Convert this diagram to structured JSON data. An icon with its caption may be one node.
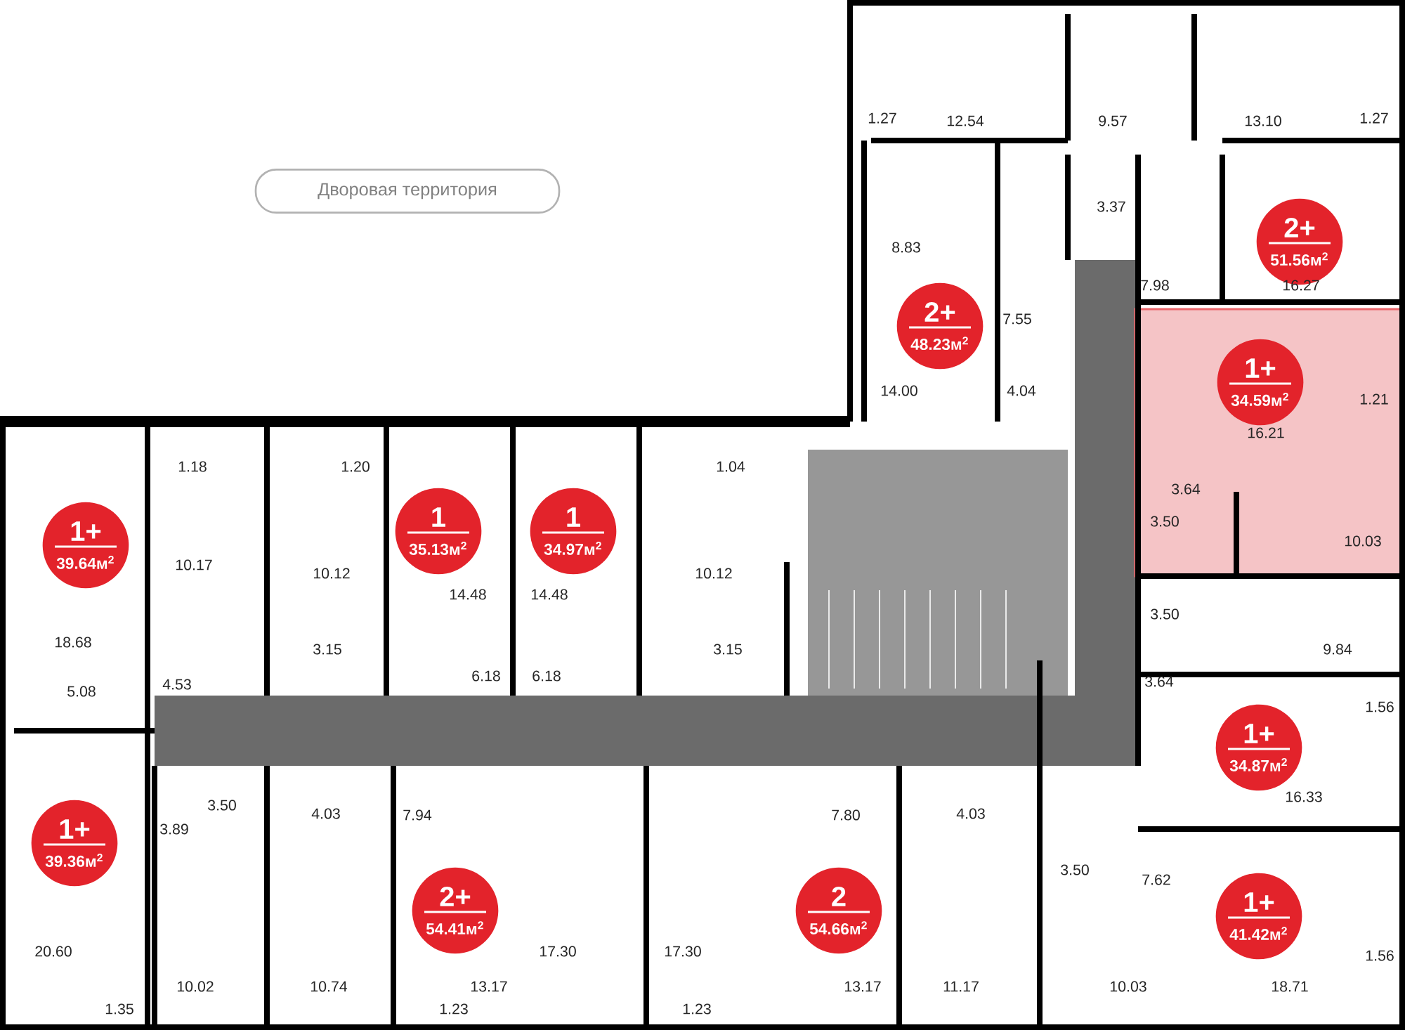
{
  "diagram": {
    "nodes": [
      {
        "text": [
          "Дворовая территория"
        ]
      },
      {
        "text": [
          "2+",
          "48.23м$^{2}$"
        ]
      },
      {
        "text": [
          "2+",
          "51.56м$^{2}$"
        ]
      },
      {
        "text": [
          "1+",
          "34.59м$^{2}$"
        ]
      },
      {
        "text": [
          "1+",
          "39.64м$^{2}$"
        ]
      },
      {
        "text": [
          "1",
          "35.13м$^{2}$"
        ]
      },
      {
        "text": [
          "1",
          "34.97м$^{2}$"
        ]
      },
      {
        "text": [
          "1+",
          "34.87м$^{2}$"
        ]
      },
      {
        "text": [
          "1+",
          "39.36м$^{2}$"
        ]
      },
      {
        "text": [
          "2+",
          "54.41м$^{2}$"
        ]
      },
      {
        "text": [
          "2",
          "54.66м$^{2}$"
        ]
      },
      {
        "text": [
          "1+",
          "41.42м$^{2}$"
        ]
      }
    ],
    "labels": [
      "1.27",
      "12.54",
      "9.57",
      "13.10",
      "1.27",
      "3.37",
      "8.83",
      "7.98",
      "16.27",
      "7.55",
      "1.21",
      "14.00",
      "4.04",
      "16.21",
      "1.18",
      "1.20",
      "1.04",
      "3.64",
      "3.50",
      "10.17",
      "10.12",
      "14.48",
      "14.48",
      "10.12",
      "10.03",
      "3.50",
      "9.84",
      "18.68",
      "3.15",
      "6.18",
      "6.18",
      "3.15",
      "3.64",
      "5.08",
      "4.53",
      "1.56",
      "16.33",
      "3.50",
      "3.89",
      "4.03",
      "7.94",
      "7.80",
      "4.03",
      "3.50",
      "7.62",
      "20.60",
      "17.30",
      "17.30",
      "1.56",
      "10.02",
      "10.74",
      "13.17",
      "13.17",
      "11.17",
      "10.03",
      "18.71",
      "1.35",
      "1.23",
      "1.23"
    ]
  }
}
